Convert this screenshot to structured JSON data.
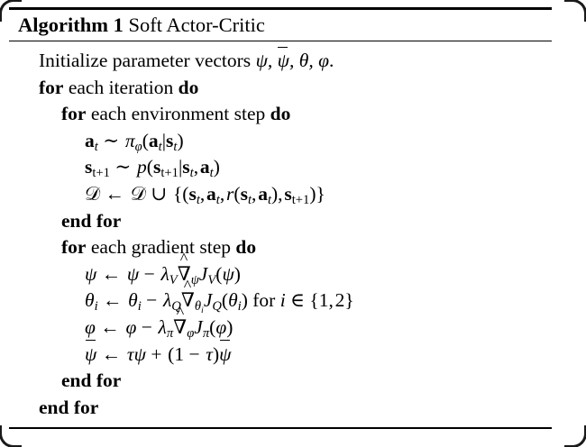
{
  "algorithm": {
    "label_prefix": "Algorithm 1",
    "title": "Soft Actor-Critic",
    "full_title": "Algorithm 1 Soft Actor-Critic",
    "number": "1",
    "name": "Soft Actor-Critic"
  },
  "keywords": {
    "for": "for",
    "do": "do",
    "end_for": "end for"
  },
  "lines": {
    "initialize_text": "Initialize parameter vectors",
    "initialize_symbols": "ψ, ψ̄, θ, φ.",
    "for_each_iteration": "each iteration",
    "for_each_environment_step": "each environment step",
    "for_each_gradient_step": "each gradient step",
    "for_i_in": "for",
    "i_set": "{1, 2}"
  },
  "equations": {
    "action_sample": "a_t ~ π_φ(a_t|s_t)",
    "state_transition": "s_{t+1} ~ p(s_{t+1}|s_t, a_t)",
    "buffer_update": "D ← D ∪ {(s_t, a_t, r(s_t, a_t), s_{t+1})}",
    "value_update": "ψ ← ψ − λ_V ∇̂_ψ J_V(ψ)",
    "q_update": "θ_i ← θ_i − λ_Q ∇̂_{θ_i} J_Q(θ_i) for i ∈ {1, 2}",
    "policy_update": "φ ← φ − λ_π ∇̂_φ J_π(φ)",
    "target_update": "ψ̄ ← τψ + (1 − τ)ψ̄"
  },
  "symbols": {
    "psi": "ψ",
    "psi_bar": "ψ̄",
    "theta": "θ",
    "phi": "φ",
    "tau": "τ",
    "lambda": "λ",
    "pi": "π",
    "nabla_hat": "∇̂",
    "D": "𝒟",
    "sim": "∼",
    "leftarrow": "←",
    "cup": "∪",
    "in": "∈",
    "minus": "−",
    "plus": "+"
  },
  "colors": {
    "text": "#000000",
    "background": "#ffffff",
    "rule": "#000000"
  }
}
